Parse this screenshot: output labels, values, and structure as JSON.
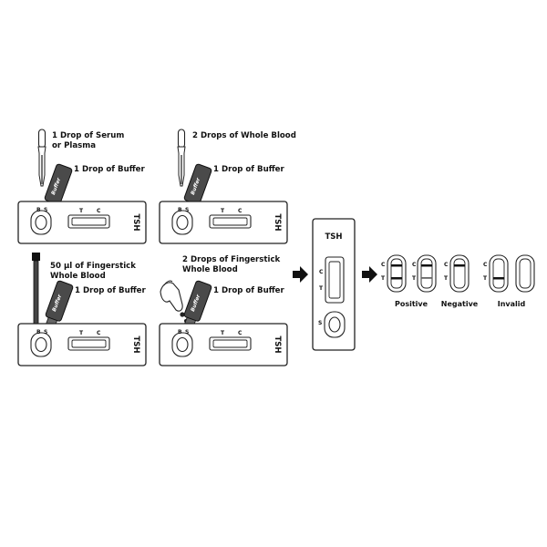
{
  "steps": [
    {
      "label_line1": "1 Drop of Serum",
      "label_line2": "or Plasma",
      "buffer_label": "1 Drop of Buffer"
    },
    {
      "label_line1": "2 Drops of Whole Blood",
      "label_line2": "",
      "buffer_label": "1 Drop of Buffer"
    },
    {
      "label_line1": "50 µl of Fingerstick",
      "label_line2": "Whole Blood",
      "buffer_label": "1 Drop of Buffer"
    },
    {
      "label_line1": "2 Drops of Fingerstick",
      "label_line2": "Whole Blood",
      "buffer_label": "1 Drop of Buffer"
    }
  ],
  "bottle_text": "Buffer",
  "cassette": {
    "name": "TSH",
    "c_mark": "C",
    "t_mark": "T",
    "s_mark": "S",
    "b_mark": "B"
  },
  "results": {
    "c_mark": "C",
    "t_mark": "T",
    "positive": "Positive",
    "negative": "Negative",
    "invalid": "Invalid"
  }
}
